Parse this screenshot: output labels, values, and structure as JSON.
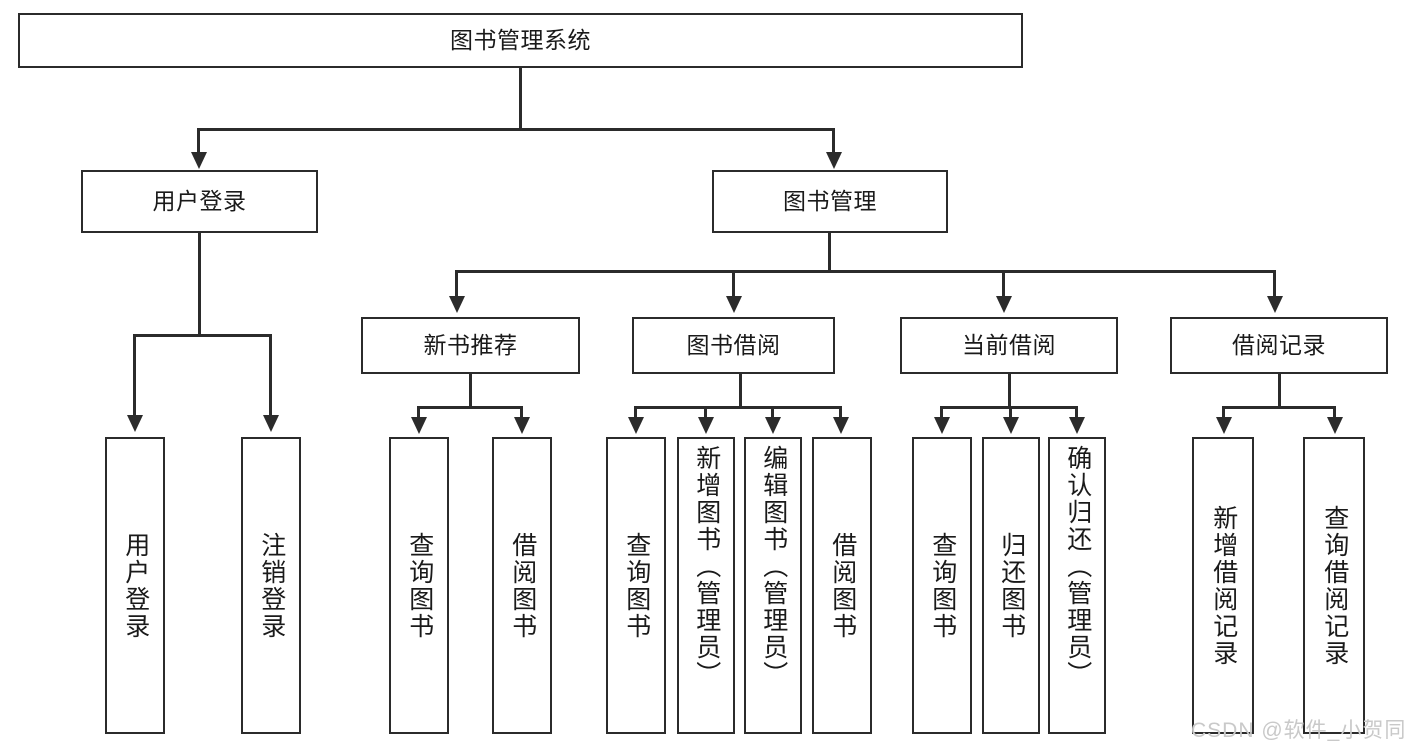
{
  "diagram": {
    "type": "tree",
    "title": "图书管理系统",
    "watermark": "CSDN @软件_小贺同学",
    "colors": {
      "stroke": "#2b2b2b",
      "fill": "#ffffff",
      "text": "#1a1a1a",
      "watermark": "#c9c9c9"
    },
    "levels": {
      "root": {
        "label": "图书管理系统"
      },
      "level2": [
        {
          "label": "用户登录"
        },
        {
          "label": "图书管理"
        }
      ],
      "level3": [
        {
          "label": "新书推荐"
        },
        {
          "label": "图书借阅"
        },
        {
          "label": "当前借阅"
        },
        {
          "label": "借阅记录"
        }
      ],
      "leaves": {
        "user_login": [
          {
            "label": "用户登录"
          },
          {
            "label": "注销登录"
          }
        ],
        "new_book_recommend": [
          {
            "label": "查询图书"
          },
          {
            "label": "借阅图书"
          }
        ],
        "book_borrow": [
          {
            "label": "查询图书"
          },
          {
            "label": "新增图书（管理员）"
          },
          {
            "label": "编辑图书（管理员）"
          },
          {
            "label": "借阅图书"
          }
        ],
        "current_borrow": [
          {
            "label": "查询图书"
          },
          {
            "label": "归还图书"
          },
          {
            "label": "确认归还（管理员）"
          }
        ],
        "borrow_records": [
          {
            "label": "新增借阅记录"
          },
          {
            "label": "查询借阅记录"
          }
        ]
      }
    }
  }
}
